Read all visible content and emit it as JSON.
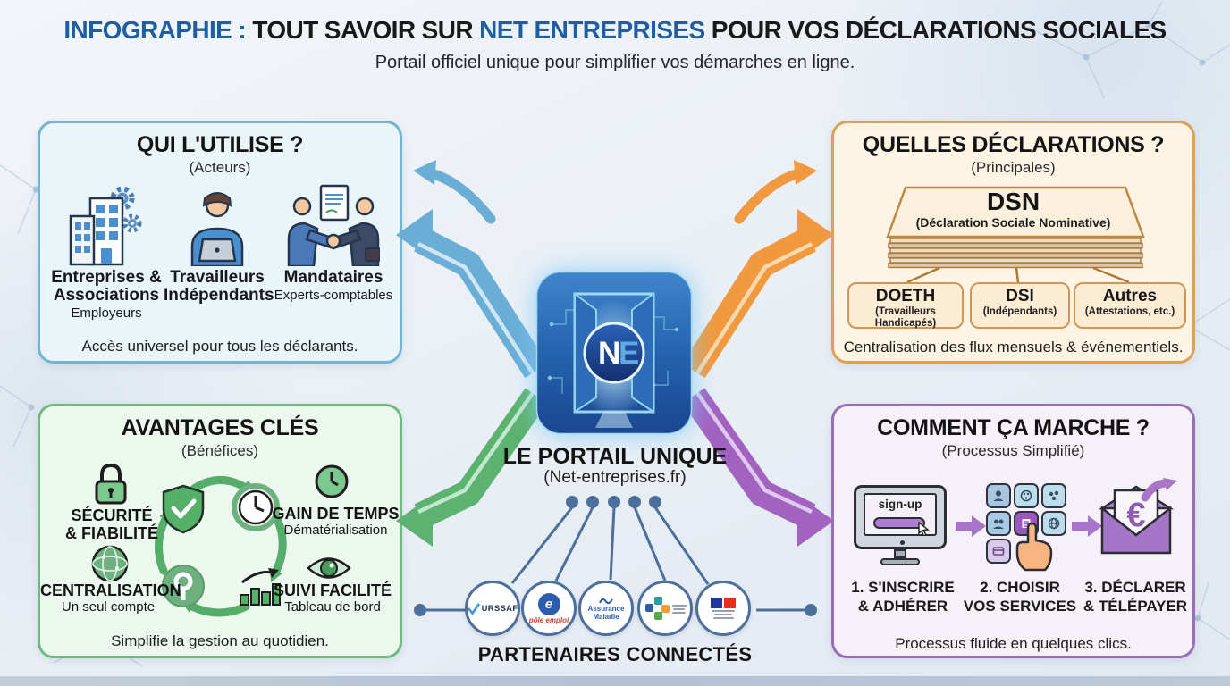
{
  "header": {
    "title_prefix": "INFOGRAPHIE :",
    "title_mid": "TOUT SAVOIR SUR",
    "title_brand": "NET ENTREPRISES",
    "title_suffix": "POUR VOS DÉCLARATIONS SOCIALES",
    "subtitle": "Portail officiel unique pour simplifier vos démarches en ligne."
  },
  "quadrants": {
    "users": {
      "title": "QUI L'UTILISE ?",
      "subtitle": "(Acteurs)",
      "items": [
        {
          "line1": "Entreprises &",
          "line2": "Associations",
          "note": "Employeurs",
          "icon": "building-gears-icon"
        },
        {
          "line1": "Travailleurs",
          "line2": "Indépendants",
          "note": "",
          "icon": "freelancer-laptop-icon"
        },
        {
          "line1": "Mandataires",
          "line2": "",
          "note": "Experts-comptables",
          "icon": "handshake-document-icon"
        }
      ],
      "footer": "Accès universel pour tous les déclarants."
    },
    "declarations": {
      "title": "QUELLES DÉCLARATIONS ?",
      "subtitle": "(Principales)",
      "main": {
        "title": "DSN",
        "subtitle": "(Déclaration Sociale Nominative)"
      },
      "subs": [
        {
          "title": "DOETH",
          "subtitle": "(Travailleurs Handicapés)"
        },
        {
          "title": "DSI",
          "subtitle": "(Indépendants)"
        },
        {
          "title": "Autres",
          "subtitle": "(Attestations, etc.)"
        }
      ],
      "footer": "Centralisation des flux mensuels & événementiels."
    },
    "benefits": {
      "title": "AVANTAGES CLÉS",
      "subtitle": "(Bénéfices)",
      "items": [
        {
          "line1": "SÉCURITÉ",
          "line2": "& FIABILITÉ",
          "note": "",
          "icon": "lock-icon"
        },
        {
          "line1": "GAIN DE TEMPS",
          "line2": "",
          "note": "Dématérialisation",
          "icon": "clock-icon"
        },
        {
          "line1": "CENTRALISATION",
          "line2": "",
          "note": "Un seul compte",
          "icon": "globe-icon"
        },
        {
          "line1": "SUIVI FACILITÉ",
          "line2": "",
          "note": "Tableau de bord",
          "icon": "eye-icon"
        }
      ],
      "footer": "Simplifie la gestion au quotidien."
    },
    "process": {
      "title": "COMMENT ÇA MARCHE ?",
      "subtitle": "(Processus Simplifié)",
      "monitor_label": "sign-up",
      "envelope_symbol": "€",
      "steps": [
        {
          "line1": "1. S'INSCRIRE",
          "line2": "& ADHÉRER"
        },
        {
          "line1": "2. CHOISIR",
          "line2": "VOS SERVICES"
        },
        {
          "line1": "3. DÉCLARER",
          "line2": "& TÉLÉPAYER"
        }
      ],
      "footer": "Processus fluide en quelques clics."
    }
  },
  "center": {
    "badge_n": "N",
    "badge_e": "E",
    "title": "LE PORTAIL UNIQUE",
    "subtitle": "(Net-entreprises.fr)"
  },
  "partners": {
    "title": "PARTENAIRES CONNECTÉS",
    "items": [
      {
        "label": "URSSAF",
        "icon": "urssaf-logo"
      },
      {
        "label": "pôle emploi",
        "initial": "e",
        "icon": "pole-emploi-logo"
      },
      {
        "label": "Assurance",
        "label2": "Maladie",
        "icon": "assurance-maladie-logo"
      },
      {
        "label": "",
        "icon": "colored-squares-logo"
      },
      {
        "label": "",
        "icon": "french-flag-logo"
      }
    ]
  },
  "colors": {
    "title_accent": "#1e5fa3",
    "users_border": "#72b4d4",
    "declarations_border": "#dfa055",
    "benefits_border": "#6fba7e",
    "process_border": "#9a6db8",
    "arrow_blue": "#6aaed6",
    "arrow_orange": "#f0993e",
    "arrow_green": "#5cb270",
    "arrow_purple": "#a263c0"
  }
}
